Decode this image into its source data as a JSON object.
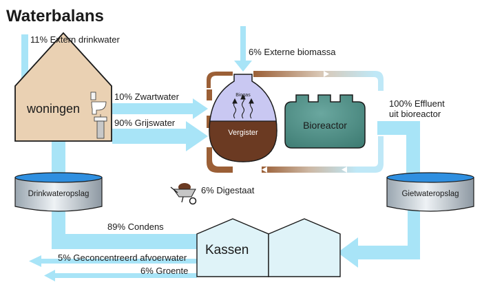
{
  "title": "Waterbalans",
  "labels": {
    "extern_drinkwater": "11% Extern drinkwater",
    "externe_biomassa": "6% Externe biomassa",
    "zwartwater": "10% Zwartwater",
    "grijswater": "90% Grijswater",
    "effluent_line1": "100% Effluent",
    "effluent_line2": "uit bioreactor",
    "digestaat": "6% Digestaat",
    "condens": "89% Condens",
    "afvoerwater": "5% Geconcentreerd afvoerwater",
    "groente": "6% Groente"
  },
  "nodes": {
    "woningen": "woningen",
    "vergister": "Vergister",
    "biogas": "Biogas",
    "bioreactor": "Bioreactor",
    "drinkwateropslag": "Drinkwateropslag",
    "gietwateropslag": "Gietwateropslag",
    "kassen": "Kassen"
  },
  "colors": {
    "water_flow": "#a8e4f7",
    "house": "#ead1b3",
    "digester_body": "#6b3a22",
    "digester_gas": "#c9c8f2",
    "bioreactor": "#4f9188",
    "loop_brown": "#9b5f36",
    "tank_water": "#2f8fe0",
    "greenhouse": "#dff3f8"
  },
  "icons": [
    "toilet-icon",
    "washbasin-icon",
    "wheelbarrow-icon",
    "biogas-bubbles-icon"
  ]
}
